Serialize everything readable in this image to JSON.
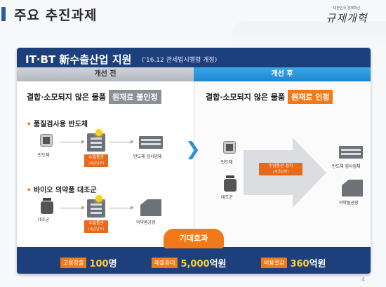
{
  "header": {
    "title": "주요 추진과제",
    "logo_small": "대한민국 경제혁신",
    "logo_main": "규제개혁"
  },
  "panel": {
    "title": "IT·BT 新수출산업 지원",
    "subtitle": "('16.12 관세법시행령 개정)",
    "tab_before": "개선 전",
    "tab_after": "개선 후"
  },
  "before": {
    "headline": "결합·소모되지 않은 물품",
    "tag": "원재료 불인정",
    "case1": {
      "title": "품질검사용 반도체",
      "material": "반도체",
      "customs": "수입통관",
      "customs_note": "(세금납부)",
      "destination": "반도체 검사업체"
    },
    "case2": {
      "title": "바이오 의약품 대조군",
      "material": "대조군",
      "customs": "수입통관",
      "customs_note": "(세금납부)",
      "destination": "의약품공장"
    }
  },
  "after": {
    "headline": "결합·소모되지 않은 물품",
    "tag": "원재료 인정",
    "material1": "반도체",
    "material2": "대조군",
    "customs": "수입통관 절차",
    "customs_note": "(세금감면)",
    "destination1": "반도체 검사업체",
    "destination2": "의약품공장"
  },
  "effects": {
    "badge": "기대효과",
    "items": [
      {
        "label": "고용창출",
        "value": "100",
        "unit": "명"
      },
      {
        "label": "매출증대",
        "value": "5,000",
        "unit": "억원"
      },
      {
        "label": "비용절감",
        "value": "360",
        "unit": "억원"
      }
    ]
  },
  "page_number": "4",
  "colors": {
    "navy": "#1d3f7c",
    "orange": "#f07a1a",
    "blue": "#1f86cf"
  }
}
